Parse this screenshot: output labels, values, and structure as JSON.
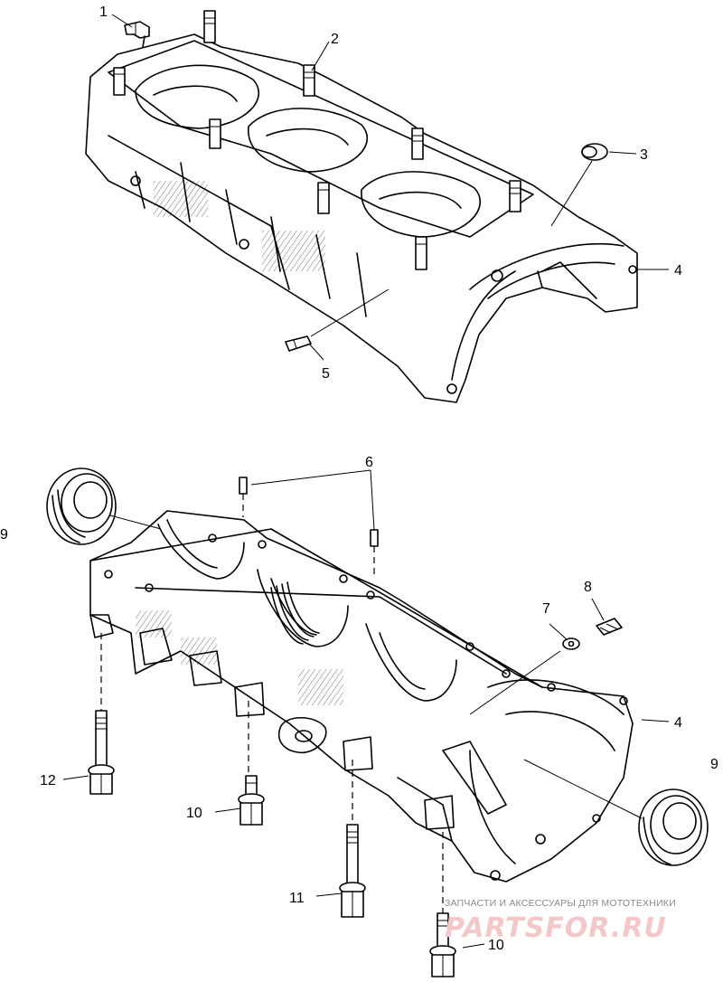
{
  "diagram": {
    "callouts_top": [
      "1",
      "2",
      "3",
      "4",
      "5"
    ],
    "callouts_bottom": [
      "6",
      "7",
      "8",
      "4",
      "9",
      "9",
      "12",
      "10",
      "11",
      "10"
    ]
  },
  "watermark": {
    "tagline": "ЗАПЧАСТИ И АКСЕССУАРЫ ДЛЯ МОТОТЕХНИКИ",
    "logo": "PARTSFOR.RU"
  }
}
